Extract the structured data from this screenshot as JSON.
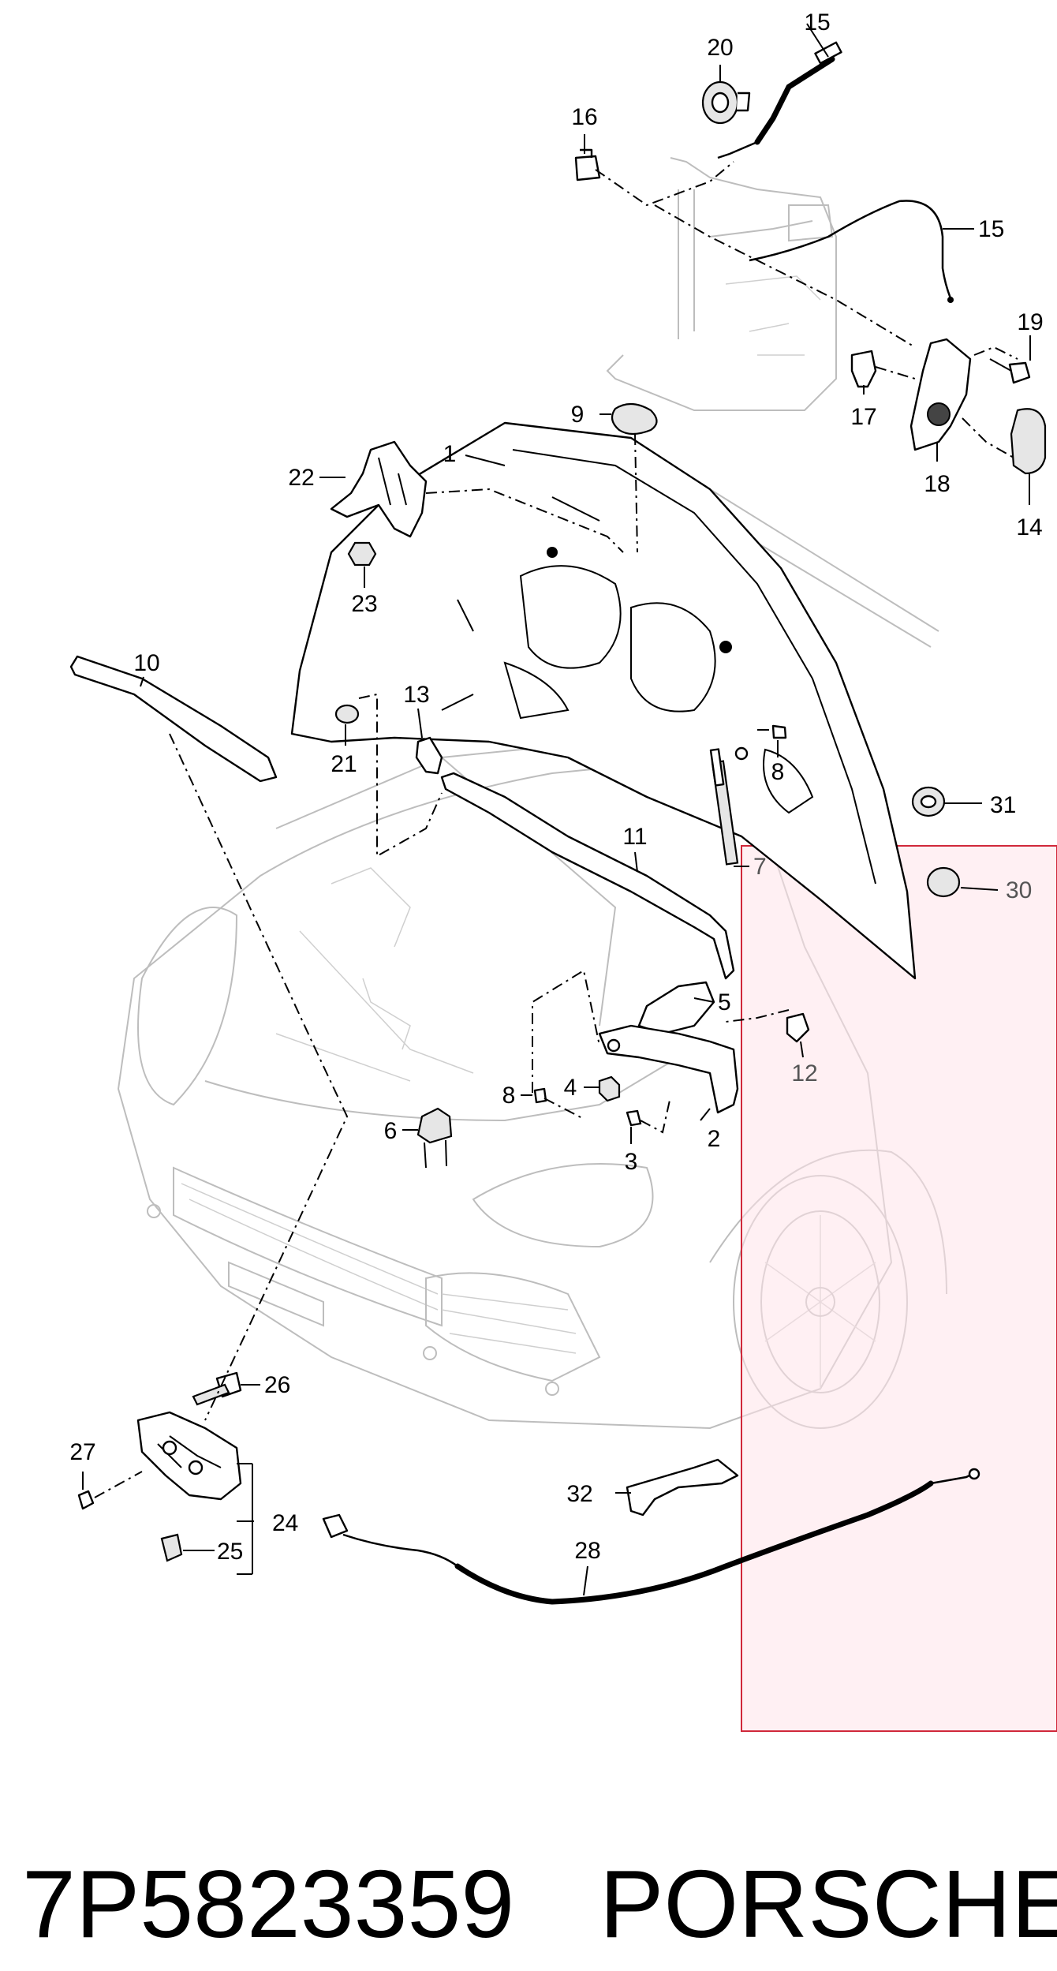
{
  "callouts": {
    "c1": "1",
    "c2": "2",
    "c3": "3",
    "c4": "4",
    "c5": "5",
    "c6": "6",
    "c7": "7",
    "c8a": "8",
    "c8b": "8",
    "c9": "9",
    "c10": "10",
    "c11": "11",
    "c12": "12",
    "c13": "13",
    "c14": "14",
    "c15a": "15",
    "c15b": "15",
    "c16": "16",
    "c17": "17",
    "c18": "18",
    "c19": "19",
    "c20": "20",
    "c21": "21",
    "c22": "22",
    "c23": "23",
    "c24": "24",
    "c25": "25",
    "c26": "26",
    "c27": "27",
    "c28": "28",
    "c30": "30",
    "c31": "31",
    "c32": "32"
  },
  "footer": {
    "part_number": "7P5823359",
    "brand": "PORSCHE"
  },
  "colors": {
    "highlight_fill": "#ffe4ea",
    "highlight_stroke": "#d0283a",
    "line": "#000000",
    "ghost": "#bdbdbd"
  }
}
